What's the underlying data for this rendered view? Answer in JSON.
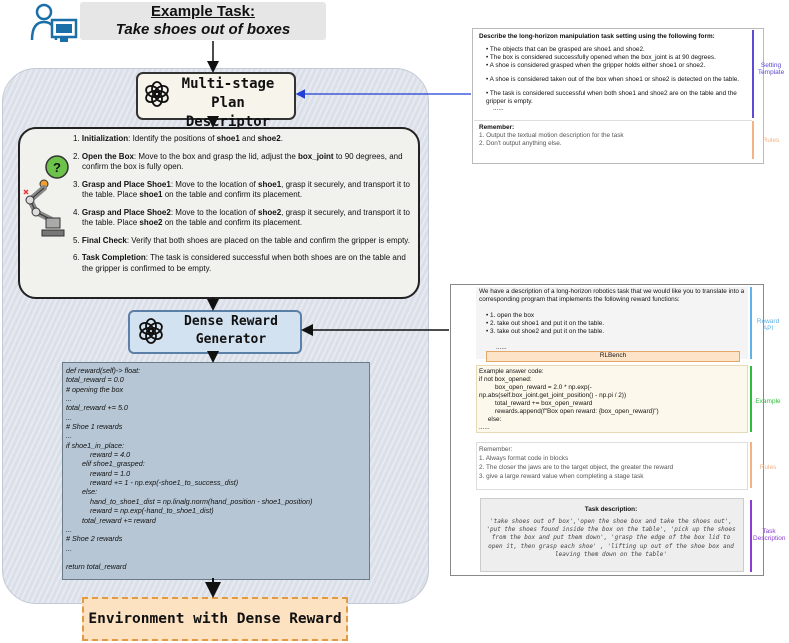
{
  "header": {
    "task_title": "Example Task:",
    "task_subtitle": "Take shoes out of boxes",
    "user_icon": "user-at-computer-icon"
  },
  "plan": {
    "title_line1": "Multi-stage Plan",
    "title_line2": "Descriptor",
    "logo_icon": "openai-logo-icon",
    "robot_icon": "robot-arm-icon",
    "question_mark": "?",
    "steps": [
      {
        "num": "1.",
        "bold": "Initialization",
        "text": ": Identify the positions of ",
        "b2": "shoe1",
        "t2": " and ",
        "b3": "shoe2",
        "t3": "."
      },
      {
        "num": "2.",
        "bold": "Open the Box",
        "text": ": Move to the box and grasp the lid, adjust the ",
        "b2": "box_joint",
        "t2": " to 90 degrees, and confirm the box is fully open.",
        "b3": "",
        "t3": ""
      },
      {
        "num": "3.",
        "bold": "Grasp and Place Shoe1",
        "text": ": Move to the location of ",
        "b2": "shoe1",
        "t2": ", grasp it securely, and transport it to the table. Place ",
        "b3": "shoe1",
        "t3": " on the table and confirm its placement."
      },
      {
        "num": "4.",
        "bold": "Grasp and Place Shoe2",
        "text": ": Move to the location of ",
        "b2": "shoe2",
        "t2": ", grasp it securely, and transport it to the table. Place ",
        "b3": "shoe2",
        "t3": " on the table and confirm its placement."
      },
      {
        "num": "5.",
        "bold": "Final Check",
        "text": ": Verify that both shoes are placed on the table and confirm the gripper is empty.",
        "b2": "",
        "t2": "",
        "b3": "",
        "t3": ""
      },
      {
        "num": "6.",
        "bold": "Task Completion",
        "text": ": The task is considered successful when both shoes are on the table and the gripper is confirmed to be empty.",
        "b2": "",
        "t2": "",
        "b3": "",
        "t3": ""
      }
    ]
  },
  "reward": {
    "title_line1": "Dense Reward",
    "title_line2": "Generator",
    "code": "def reward(self)-> float:\ntotal_reward = 0.0\n# opening the box\n...\ntotal_reward += 5.0\n...\n# Shoe 1 rewards\n...\nif shoe1_in_place:\n            reward = 4.0\n        elif shoe1_grasped:\n            reward = 1.0\n            reward += 1 - np.exp(-shoe1_to_success_dist)\n        else:\n            hand_to_shoe1_dist = np.linalg.norm(hand_position - shoe1_position)\n            reward = np.exp(-hand_to_shoe1_dist)\n        total_reward += reward\n...\n# Shoe 2 rewards\n...\n\nreturn total_reward"
  },
  "environment": {
    "title": "Environment with Dense Reward"
  },
  "setting_prompt": {
    "heading": "Describe the long-horizon manipulation task setting using the following form:",
    "bullets": [
      "The objects that can be grasped are shoe1 and shoe2.",
      "The box is considered successfully opened when the box_joint is at 90 degrees.",
      "A shoe is considered grasped when the gripper holds either shoe1 or shoe2.",
      "A shoe is considered taken out of the box when shoe1 or shoe2 is detected on the table.",
      "The task is considered successful when both shoe1 and shoe2 are on the table and the gripper is empty."
    ],
    "ellipsis": "......",
    "remember_title": "Remember:",
    "rules": [
      "1. Output the textual motion description for the task",
      "2. Don't output anything else."
    ],
    "label_setting": "Setting Template",
    "label_rules": "Rules"
  },
  "reward_prompt": {
    "intro": "We have a description of a long-horizon robotics task that we would like you to translate into a corresponding program that implements the following reward functions:",
    "items": [
      "1. open the box",
      "2. take out shoe1 and put it on the table.",
      "3. take out shoe2 and put it on the table."
    ],
    "ellipsis": "......",
    "source_tag": "RLBench",
    "label_api": "Reward API",
    "example_title": "Example answer code:",
    "example_code": "if not box_opened:\n         box_open_reward = 2.0 * np.exp(-\nnp.abs(self.box_joint.get_joint_position() - np.pi / 2))\n         total_reward += box_open_reward\n         rewards.append(f\"Box open reward: {box_open_reward}\")\n     else:\n......",
    "label_example": "Example",
    "remember_title": "Remember:",
    "rules": [
      "1. Always format code in blocks",
      "2. The closer the jaws are to the target object, the greater the reward",
      "3. give a large reward value when completing a stage task"
    ],
    "label_rules": "Rules",
    "task_desc_title": "Task description:",
    "task_desc_text": "'take shoes out of box','open the shoe box and take the shoes out', 'put the shoes found inside the box on the table', 'pick up the shoes from the box and put them down', 'grasp the edge of the box lid to open it, then grasp each shoe' , 'lifting up out of the shoe box and leaving them down on the table'",
    "label_task": "Task Description"
  },
  "colors": {
    "setting_line": "#5b4bd6",
    "rules_line": "#f4b183",
    "api_line": "#5fb3e6",
    "example_line": "#2ebd3a",
    "task_line": "#8a3fd1",
    "arrow_blue": "#1f3fd6"
  }
}
